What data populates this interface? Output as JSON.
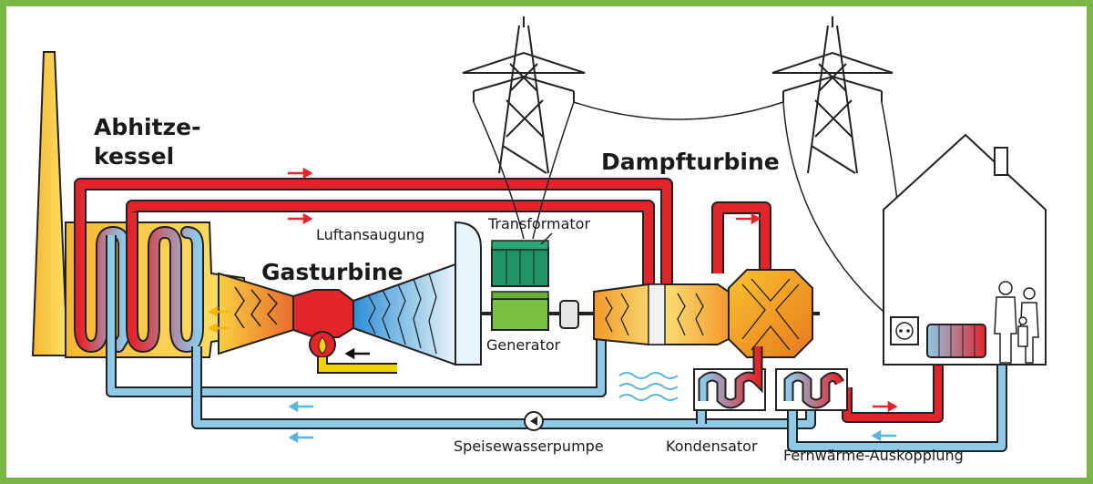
{
  "colors": {
    "frame": "#79b547",
    "hot_pipe": "#e3242b",
    "cold_pipe": "#8ec9e8",
    "outline": "#222222",
    "boiler": "#f9d043",
    "generator": "#7ac143",
    "transformer": "#1f9566",
    "fuel": "#f5d300"
  },
  "labels": {
    "abhitze_line1": "Abhitze-",
    "abhitze_line2": "kessel",
    "dampfturbine": "Dampfturbine",
    "gasturbine": "Gasturbine",
    "luftansaugung": "Luftansaugung",
    "transformator": "Transformator",
    "generator": "Generator",
    "speisewasserpumpe": "Speisewasserpumpe",
    "kondensator": "Kondensator",
    "fernwaerme": "Fernwärme-Auskopplung"
  }
}
